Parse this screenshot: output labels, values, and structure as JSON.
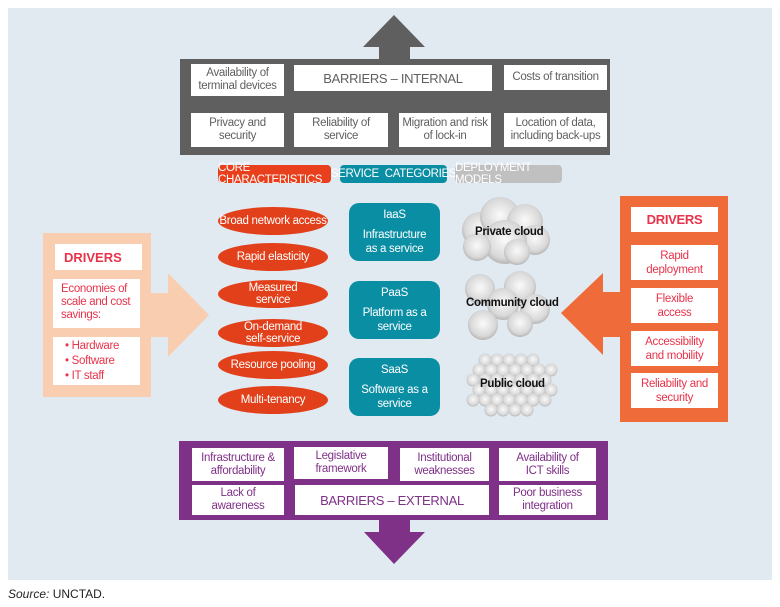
{
  "barriers_internal": {
    "title": "BARRIERS – INTERNAL",
    "items": [
      "Availability of terminal devices",
      "Costs of transition",
      "Privacy and security",
      "Reliability of service",
      "Migration and risk of lock-in",
      "Location of data, including back-ups"
    ],
    "color": "#5f5f5f"
  },
  "legend": {
    "core": "CORE CHARACTERISTICS",
    "service": "SERVICE  CATEGORIES",
    "deployment": "DEPLOYMENT MODELS",
    "colors": {
      "core": "#e8401c",
      "service": "#0a8ea4",
      "deployment": "#c0c0c0"
    }
  },
  "drivers_left": {
    "title": "DRIVERS",
    "text": "Economies of scale and cost savings:",
    "bullets": [
      "Hardware",
      "Software",
      "IT staff"
    ],
    "color": "#f9cdb0"
  },
  "core_characteristics": [
    "Broad network access",
    "Rapid elasticity",
    "Measured service",
    "On-demand self-service",
    "Resource pooling",
    "Multi-tenancy"
  ],
  "service_categories": [
    {
      "abbr": "IaaS",
      "name": "Infrastructure as a service"
    },
    {
      "abbr": "PaaS",
      "name": "Platform as a service"
    },
    {
      "abbr": "SaaS",
      "name": "Software as a service"
    }
  ],
  "deployment_models": [
    "Private cloud",
    "Community cloud",
    "Public cloud"
  ],
  "drivers_right": {
    "title": "DRIVERS",
    "items": [
      "Rapid deployment",
      "Flexible access",
      "Accessibility and mobility",
      "Reliability and security"
    ],
    "color": "#ef6b3a"
  },
  "barriers_external": {
    "title": "BARRIERS – EXTERNAL",
    "items": [
      "Infrastructure & affordability",
      "Legislative framework",
      "Institutional weaknesses",
      "Availability of ICT skills",
      "Lack of awareness",
      "Poor business integration"
    ],
    "color": "#7f3087"
  },
  "source": {
    "label": "Source:",
    "text": " UNCTAD."
  }
}
